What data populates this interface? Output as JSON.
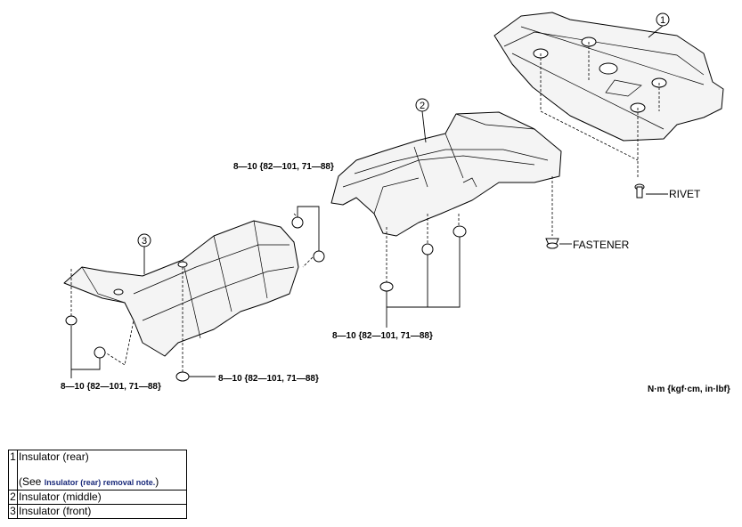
{
  "diagram": {
    "callouts": [
      "1",
      "2",
      "3"
    ],
    "torque_labels": [
      "8—10 {82—101, 71—88}",
      "8—10 {82—101, 71—88}",
      "8—10 {82—101, 71—88}",
      "8—10 {82—101, 71—88}"
    ],
    "rivet_label": "RIVET",
    "fastener_label": "FASTENER",
    "unit_note": "N·m {kgf·cm, in·lbf}"
  },
  "legend": {
    "rows": [
      {
        "num": "1",
        "text": "Insulator (rear)",
        "see_prefix": "(See ",
        "see_link": "Insulator (rear) removal note.",
        "see_suffix": ")"
      },
      {
        "num": "2",
        "text": "Insulator (middle)"
      },
      {
        "num": "3",
        "text": "Insulator (front)"
      }
    ]
  }
}
